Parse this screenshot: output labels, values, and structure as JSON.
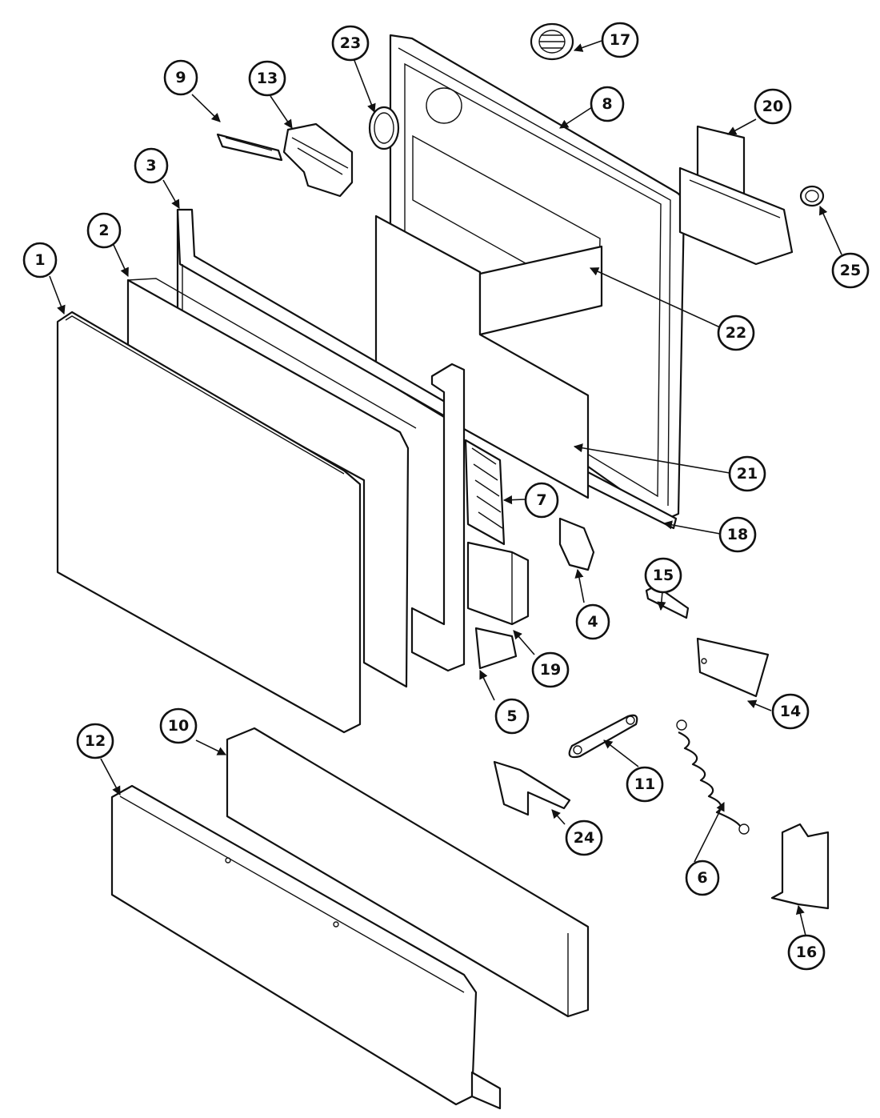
{
  "diagram": {
    "callouts": [
      "1",
      "2",
      "3",
      "4",
      "5",
      "6",
      "7",
      "8",
      "9",
      "10",
      "11",
      "12",
      "13",
      "14",
      "15",
      "16",
      "17",
      "18",
      "19",
      "20",
      "21",
      "22",
      "23",
      "24",
      "25"
    ]
  }
}
